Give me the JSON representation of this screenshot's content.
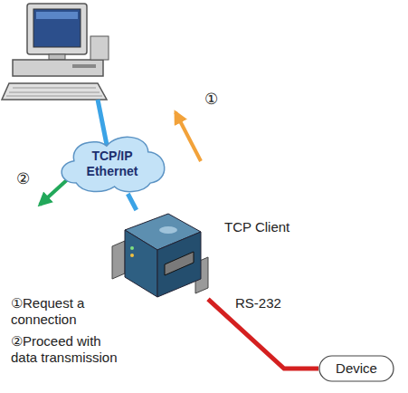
{
  "diagram": {
    "nodes": [
      {
        "text": [
          "TCP/IP Ethernet"
        ]
      },
      {
        "text": [
          "TCP Client"
        ]
      },
      {
        "text": [
          "Device"
        ]
      }
    ],
    "edges": [
      {
        "from": 0,
        "to": 1,
        "arrow": "none"
      },
      {
        "from": 1,
        "to": 2,
        "label": "RS-232",
        "arrow": "none"
      }
    ],
    "labels": [
      "①",
      "②",
      "①Request a connection",
      "②Proceed with data transmission"
    ]
  }
}
